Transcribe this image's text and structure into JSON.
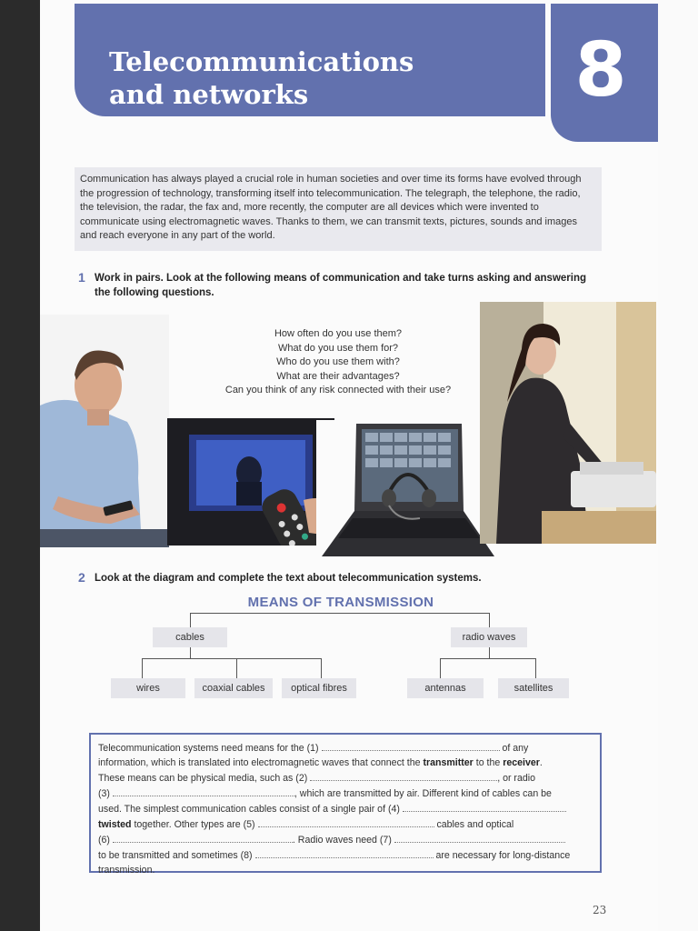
{
  "chapter": {
    "title_line1": "Telecommunications",
    "title_line2": "and networks",
    "number": "8"
  },
  "intro": "Communication has always played a crucial role in human societies and over time its forms have evolved through the progression of technology, transforming itself into telecommunication. The telegraph, the telephone, the radio, the television, the radar, the fax and, more recently, the computer are all devices which were invented to communicate using electromagnetic waves. Thanks to them, we can transmit texts, pictures, sounds and images and reach everyone in any part of the world.",
  "task1": {
    "number": "1",
    "text": "Work in pairs. Look at the following means of communication and take turns asking and answering the following questions."
  },
  "questions": [
    "How often do you use them?",
    "What do you use them for?",
    "Who do you use them with?",
    "What are their advantages?",
    "Can you think of any risk connected with their use?"
  ],
  "task2": {
    "number": "2",
    "text": "Look at the diagram and complete the text about telecommunication systems."
  },
  "diagram": {
    "title": "MEANS OF TRANSMISSION",
    "cables": "cables",
    "radio_waves": "radio waves",
    "wires": "wires",
    "coaxial_cables": "coaxial cables",
    "optical_fibres": "optical fibres",
    "antennas": "antennas",
    "satellites": "satellites"
  },
  "fill": {
    "s1": "Telecommunication systems need means for the (1)",
    "s2": "of any",
    "s3": "information, which is translated into electromagnetic waves that connect the",
    "transmitter": "transmitter",
    "s4": "to the",
    "receiver": "receiver",
    "s5": "These means can be physical media, such as (2)",
    "s6": ", or radio",
    "s7": "(3)",
    "s8": ", which are transmitted by air. Different kind of cables can be",
    "s9": "used. The simplest communication cables consist of a single pair of (4)",
    "twisted": "twisted",
    "s10": "together. Other types are (5)",
    "s11": "cables and optical",
    "s12": "(6)",
    "s13": ". Radio waves need (7)",
    "s14": "to be transmitted and sometimes (8)",
    "s15": "are necessary for long-distance",
    "s16": "transmission."
  },
  "page_number": "23",
  "colors": {
    "accent": "#6271ae",
    "box_fill": "#e5e5ea"
  }
}
